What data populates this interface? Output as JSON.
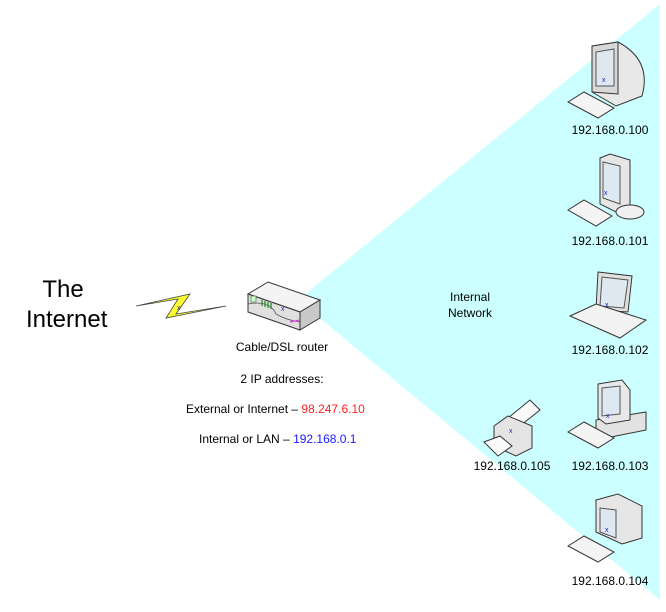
{
  "internet": {
    "line1": "The",
    "line2": "Internet"
  },
  "router": {
    "label": "Cable/DSL router",
    "ip_heading": "2 IP addresses:",
    "external_label": "External or Internet – ",
    "external_ip": "98.247.6.10",
    "internal_label": "Internal or LAN – ",
    "internal_ip": "192.168.0.1"
  },
  "network": {
    "line1": "Internal",
    "line2": "Network"
  },
  "devices": [
    {
      "type": "crt-monitor",
      "ip": "192.168.0.100"
    },
    {
      "type": "flat-monitor",
      "ip": "192.168.0.101"
    },
    {
      "type": "laptop",
      "ip": "192.168.0.102"
    },
    {
      "type": "desktop-tower",
      "ip": "192.168.0.103"
    },
    {
      "type": "monitor",
      "ip": "192.168.0.104"
    },
    {
      "type": "printer",
      "ip": "192.168.0.105"
    }
  ],
  "colors": {
    "network_fill": "#ccffff",
    "external_ip": "#ff2020",
    "internal_ip": "#1a1aff",
    "lightning": "#ffff33"
  }
}
